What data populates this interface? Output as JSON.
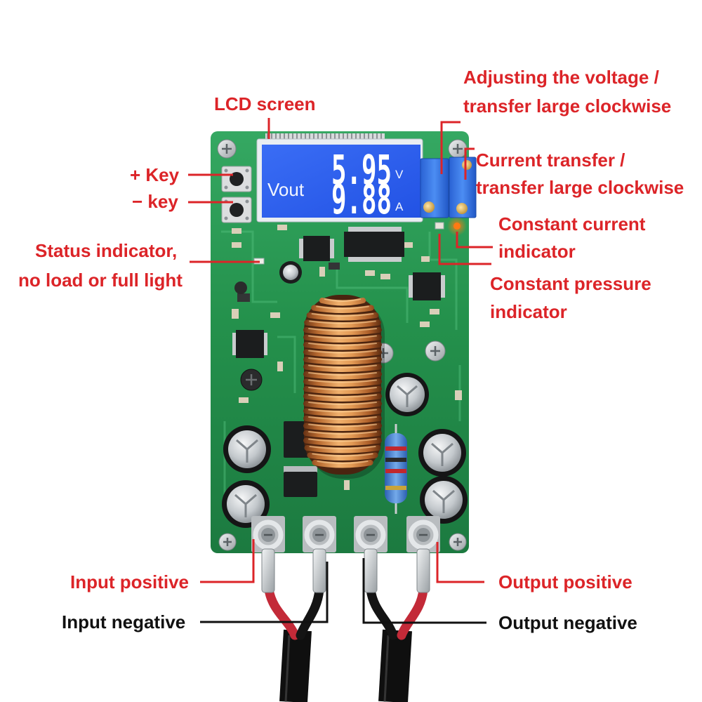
{
  "callouts": {
    "lcd_screen": "LCD screen",
    "voltage_adjust": [
      "Adjusting the voltage /",
      "transfer large clockwise"
    ],
    "current_adjust": [
      "Current transfer /",
      "transfer large clockwise"
    ],
    "plus_key": "+ Key",
    "minus_key": "− key",
    "status_indicator": [
      "Status indicator,",
      "no load or full light"
    ],
    "constant_current": [
      "Constant current",
      "indicator"
    ],
    "constant_pressure": [
      "Constant pressure",
      "indicator"
    ],
    "input_positive": "Input positive",
    "input_negative": "Input negative",
    "output_positive": "Output positive",
    "output_negative": "Output negative"
  },
  "lcd": {
    "label": "Vout",
    "voltage": "5.95",
    "voltage_unit": "V",
    "current": "9.88",
    "current_unit": "A"
  },
  "colors": {
    "label_red": "#dc2428",
    "label_black": "#111111",
    "pcb_green": "#24914c",
    "lcd_blue": "#2252e4",
    "indicator_orange": "#ff7a12"
  }
}
